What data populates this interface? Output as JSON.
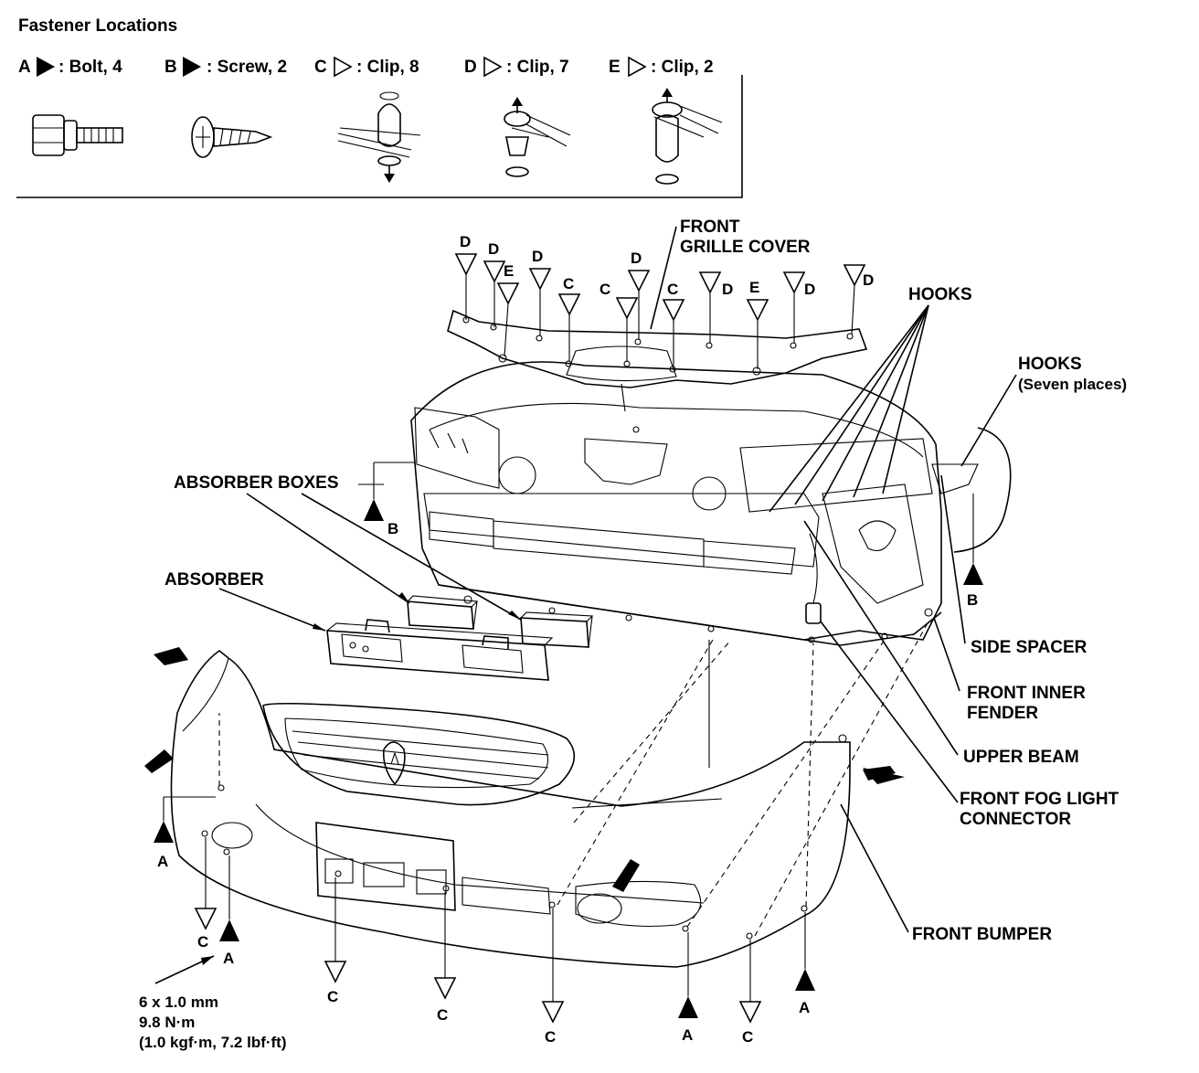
{
  "legend": {
    "title": "Fastener Locations",
    "items": [
      {
        "letter": "A",
        "label": ": Bolt, 4",
        "solid": true
      },
      {
        "letter": "B",
        "label": ": Screw, 2",
        "solid": true
      },
      {
        "letter": "C",
        "label": ": Clip, 8",
        "solid": false
      },
      {
        "letter": "D",
        "label": ": Clip, 7",
        "solid": false
      },
      {
        "letter": "E",
        "label": ": Clip, 2",
        "solid": false
      }
    ]
  },
  "labels": {
    "grille_cover_1": "FRONT",
    "grille_cover_2": "GRILLE COVER",
    "hooks": "HOOKS",
    "hooks_seven_1": "HOOKS",
    "hooks_seven_2": "(Seven places)",
    "absorber_boxes": "ABSORBER BOXES",
    "absorber": "ABSORBER",
    "side_spacer": "SIDE SPACER",
    "inner_fender_1": "FRONT INNER",
    "inner_fender_2": "FENDER",
    "upper_beam": "UPPER BEAM",
    "fog_connector_1": "FRONT FOG LIGHT",
    "fog_connector_2": "CONNECTOR",
    "front_bumper": "FRONT BUMPER"
  },
  "torque": {
    "line1": "6 x 1.0 mm",
    "line2": "9.8 N·m",
    "line3": "(1.0 kgf·m, 7.2 lbf·ft)"
  },
  "markers": {
    "A": "A",
    "B": "B",
    "C": "C",
    "D": "D",
    "E": "E"
  }
}
